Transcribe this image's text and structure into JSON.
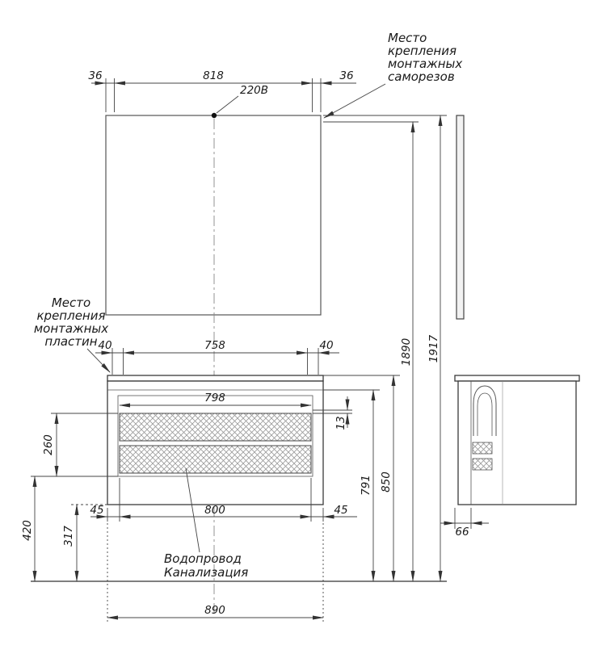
{
  "drawing": {
    "notes": {
      "outlet": "220В",
      "screws": {
        "line1": "Место",
        "line2": "крепления",
        "line3": "монтажных",
        "line4": "саморезов"
      },
      "plates": {
        "line1": "Место",
        "line2": "крепления",
        "line3": "монтажных",
        "line4": "пластин"
      },
      "plumbing": {
        "line1": "Водопровод",
        "line2": "Канализация"
      }
    },
    "dimensions": {
      "mirror_left_offset": "36",
      "mirror_screw_spacing": "818",
      "mirror_right_offset": "36",
      "plate_left_offset": "40",
      "plate_spacing": "758",
      "plate_right_offset": "40",
      "drawer_front_width": "798",
      "top_gap": "13",
      "drawer_zone_height": "260",
      "left_margin": "45",
      "cabinet_inner_span": "800",
      "right_margin": "45",
      "cabinet_width": "890",
      "outlet_to_floor": "420",
      "cabinet_bottom_to_floor": "317",
      "worktop_height": "791",
      "basin_height": "850",
      "screws_height": "1890",
      "mirror_top_height": "1917",
      "side_offset": "66"
    }
  }
}
